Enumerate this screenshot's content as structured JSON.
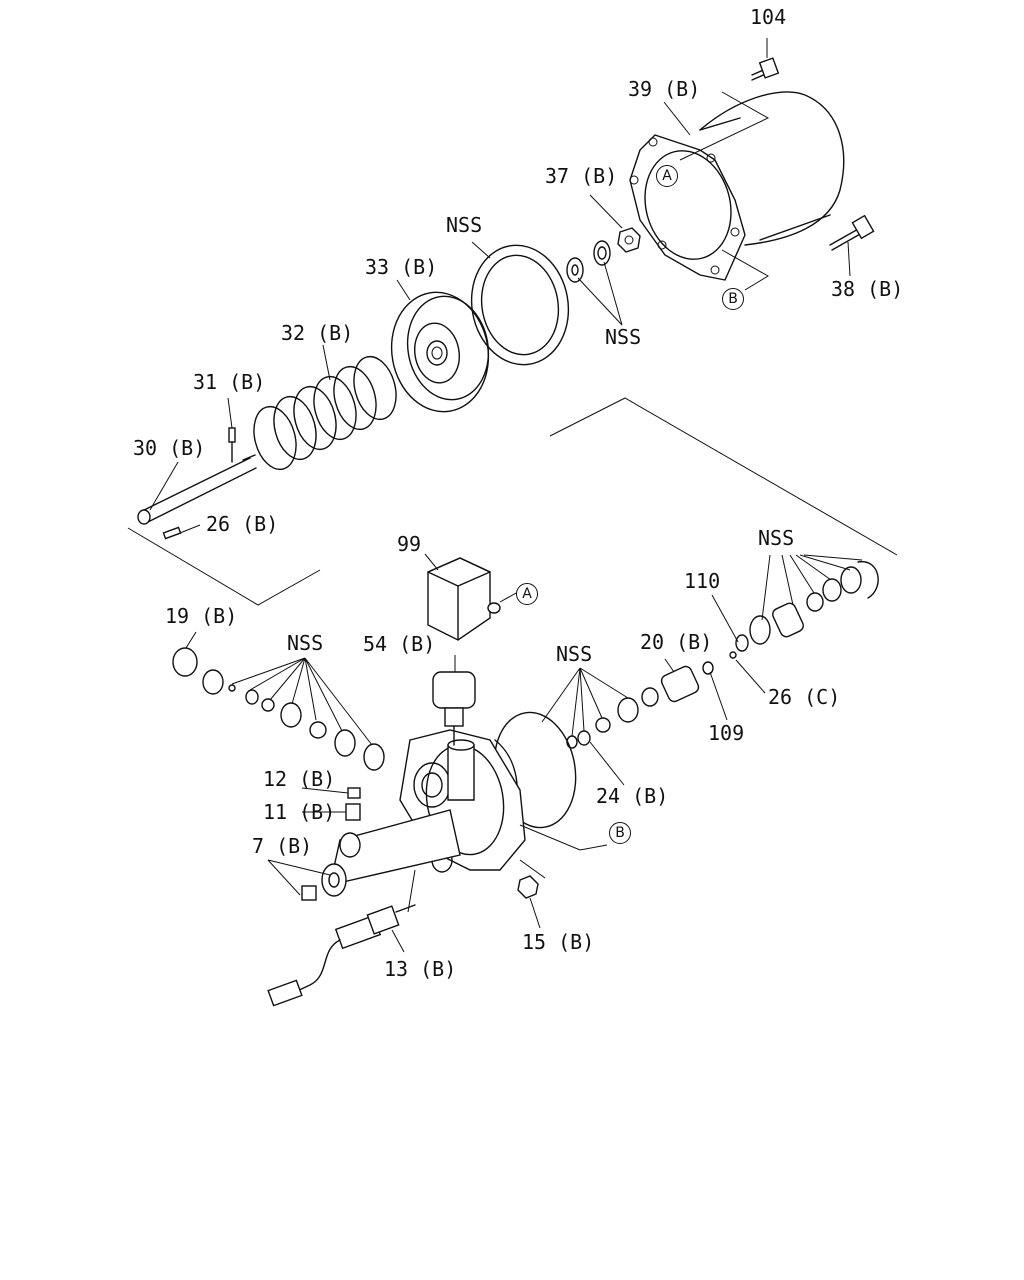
{
  "labels": {
    "p104": "104",
    "p39": "39 (B)",
    "p37": "37 (B)",
    "nss_top": "NSS",
    "p33": "33 (B)",
    "p38": "38 (B)",
    "nss_washers": "NSS",
    "p32": "32 (B)",
    "p31": "31 (B)",
    "p30": "30 (B)",
    "p26b": "26 (B)",
    "p99": "99",
    "nss_right": "NSS",
    "p110": "110",
    "p19": "19 (B)",
    "nss_left": "NSS",
    "p54": "54 (B)",
    "nss_mid": "NSS",
    "p20": "20 (B)",
    "p26c": "26 (C)",
    "p109": "109",
    "p24": "24 (B)",
    "p12": "12 (B)",
    "p11": "11 (B)",
    "p7": "7 (B)",
    "p15": "15 (B)",
    "p13": "13 (B)"
  },
  "refs": {
    "a_top": "A",
    "b_top": "B",
    "a_mid": "A",
    "b_mid": "B"
  }
}
